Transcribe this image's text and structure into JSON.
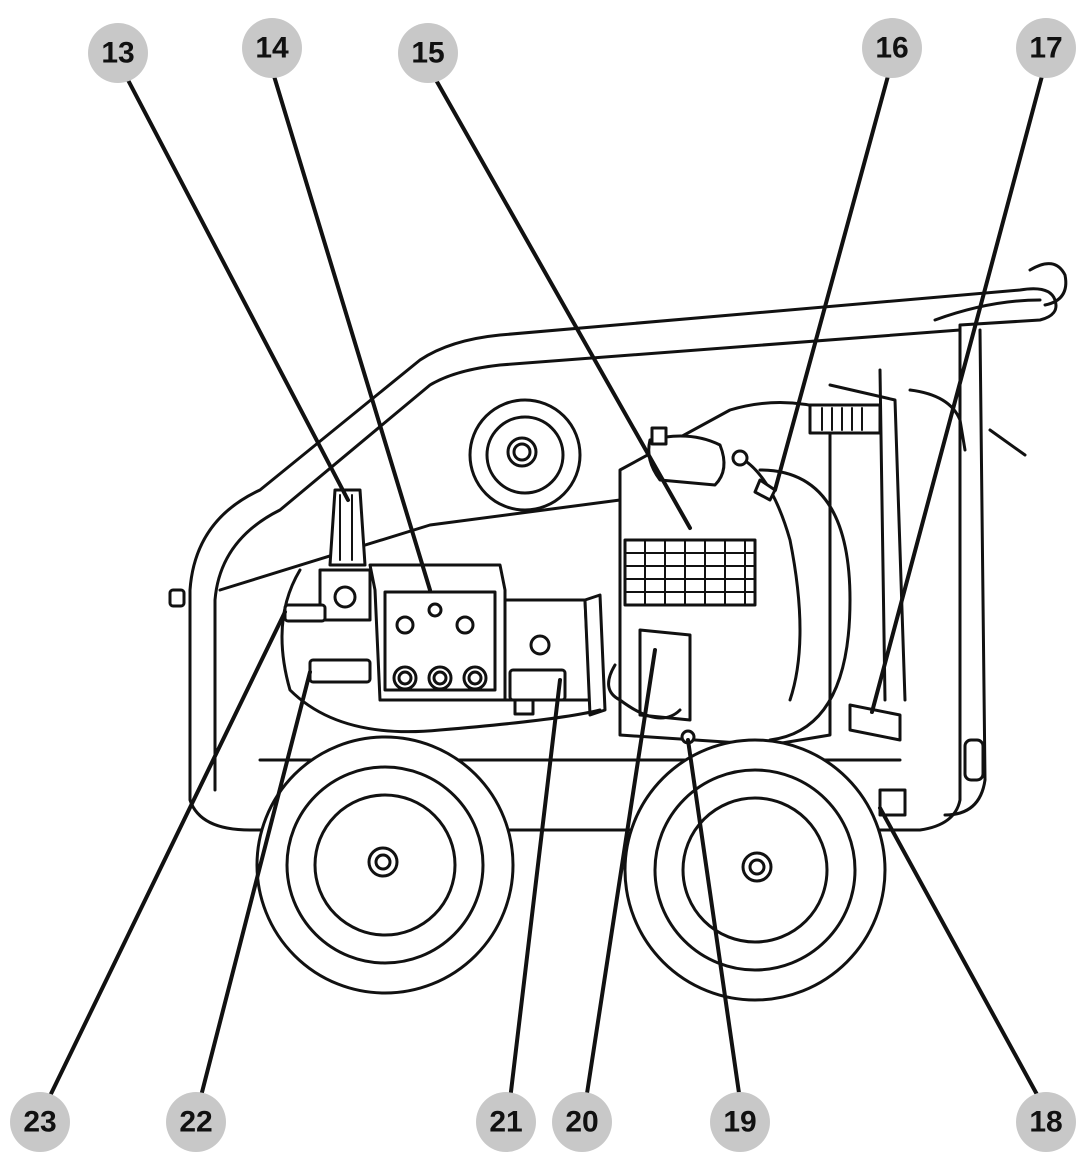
{
  "callouts": [
    {
      "id": "c13",
      "label": "13"
    },
    {
      "id": "c14",
      "label": "14"
    },
    {
      "id": "c15",
      "label": "15"
    },
    {
      "id": "c16",
      "label": "16"
    },
    {
      "id": "c17",
      "label": "17"
    },
    {
      "id": "c18",
      "label": "18"
    },
    {
      "id": "c19",
      "label": "19"
    },
    {
      "id": "c20",
      "label": "20"
    },
    {
      "id": "c21",
      "label": "21"
    },
    {
      "id": "c22",
      "label": "22"
    },
    {
      "id": "c23",
      "label": "23"
    }
  ],
  "colors": {
    "callout_fill": "#c8c8c8",
    "line": "#111111",
    "background": "#ffffff"
  }
}
